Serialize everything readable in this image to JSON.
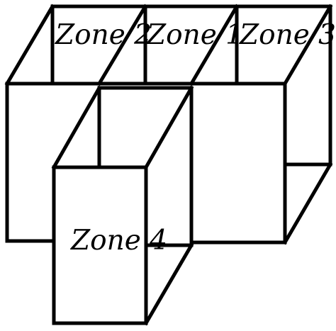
{
  "zones": [
    {
      "id": "zone-2",
      "label": "Zone 2"
    },
    {
      "id": "zone-1",
      "label": "Zone 1"
    },
    {
      "id": "zone-3",
      "label": "Zone 3"
    },
    {
      "id": "zone-4",
      "label": "Zone 4"
    }
  ],
  "colors": {
    "stroke": "#000000",
    "background": "#ffffff"
  }
}
